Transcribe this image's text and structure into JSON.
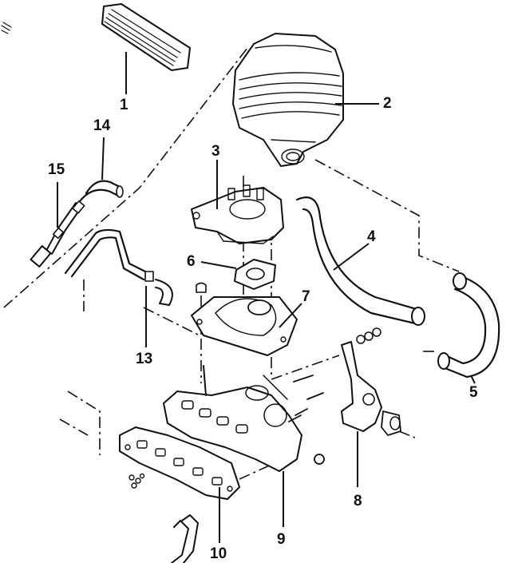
{
  "callouts": {
    "c1": "1",
    "c2": "2",
    "c3": "3",
    "c4": "4",
    "c5": "5",
    "c6": "6",
    "c7": "7",
    "c8": "8",
    "c9": "9",
    "c10": "10",
    "c13": "13",
    "c14": "14",
    "c15": "15"
  },
  "style": {
    "ink": "#111111",
    "paper": "#ffffff"
  }
}
